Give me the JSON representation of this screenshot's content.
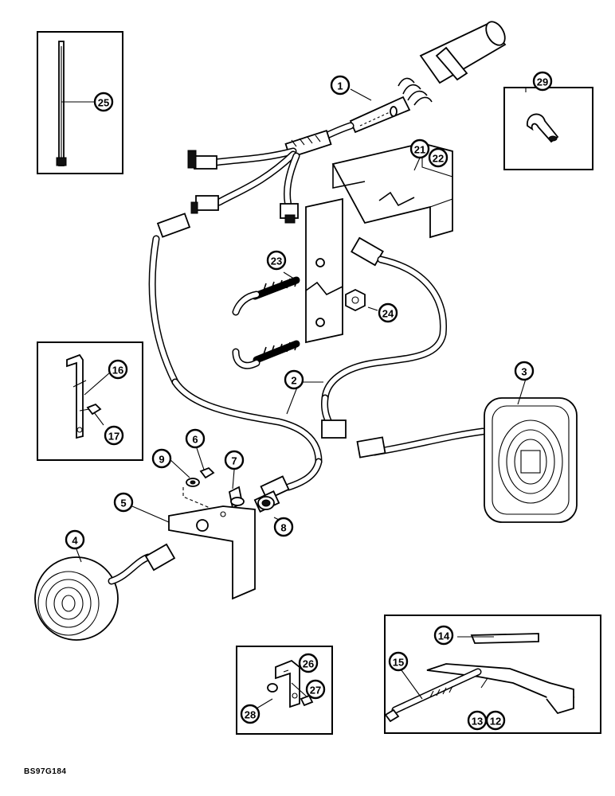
{
  "callouts": {
    "c1": "1",
    "c2": "2",
    "c3": "3",
    "c4": "4",
    "c5": "5",
    "c6": "6",
    "c7": "7",
    "c8": "8",
    "c9": "9",
    "c12": "12",
    "c13": "13",
    "c14": "14",
    "c15": "15",
    "c16": "16",
    "c17": "17",
    "c21": "21",
    "c22": "22",
    "c23": "23",
    "c24": "24",
    "c25": "25",
    "c26": "26",
    "c27": "27",
    "c28": "28",
    "c29": "29"
  },
  "figure_code": "BS97G184"
}
